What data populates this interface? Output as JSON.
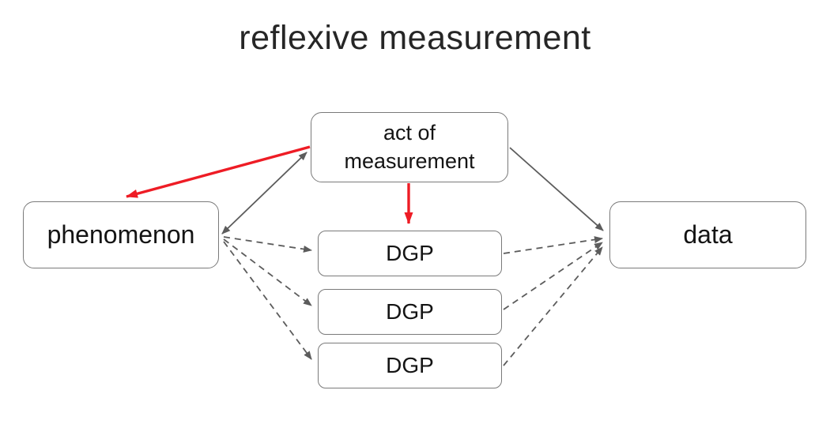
{
  "title": "reflexive measurement",
  "colors": {
    "red": "#ee1c25",
    "gray": "#5c5c5c",
    "border": "#7a7a7a",
    "text": "#141414",
    "bg": "#ffffff"
  },
  "nodes": {
    "phenomenon": {
      "label": "phenomenon"
    },
    "act_of_measurement": {
      "label": "act of measurement"
    },
    "dgp_top": {
      "label": "DGP"
    },
    "dgp_middle": {
      "label": "DGP"
    },
    "dgp_bottom": {
      "label": "DGP"
    },
    "data": {
      "label": "data"
    }
  },
  "edges": [
    {
      "from": "phenomenon",
      "to": "act_of_measurement",
      "style": "solid",
      "color": "gray",
      "heads": "both"
    },
    {
      "from": "act_of_measurement",
      "to": "phenomenon",
      "style": "solid",
      "color": "red",
      "heads": "end"
    },
    {
      "from": "act_of_measurement",
      "to": "dgp_top",
      "style": "solid",
      "color": "red",
      "heads": "end"
    },
    {
      "from": "act_of_measurement",
      "to": "data",
      "style": "solid",
      "color": "gray",
      "heads": "end"
    },
    {
      "from": "phenomenon",
      "to": "dgp_top",
      "style": "dashed",
      "color": "gray",
      "heads": "end"
    },
    {
      "from": "phenomenon",
      "to": "dgp_middle",
      "style": "dashed",
      "color": "gray",
      "heads": "end"
    },
    {
      "from": "phenomenon",
      "to": "dgp_bottom",
      "style": "dashed",
      "color": "gray",
      "heads": "end"
    },
    {
      "from": "dgp_top",
      "to": "data",
      "style": "dashed",
      "color": "gray",
      "heads": "end"
    },
    {
      "from": "dgp_middle",
      "to": "data",
      "style": "dashed",
      "color": "gray",
      "heads": "end"
    },
    {
      "from": "dgp_bottom",
      "to": "data",
      "style": "dashed",
      "color": "gray",
      "heads": "end"
    }
  ]
}
